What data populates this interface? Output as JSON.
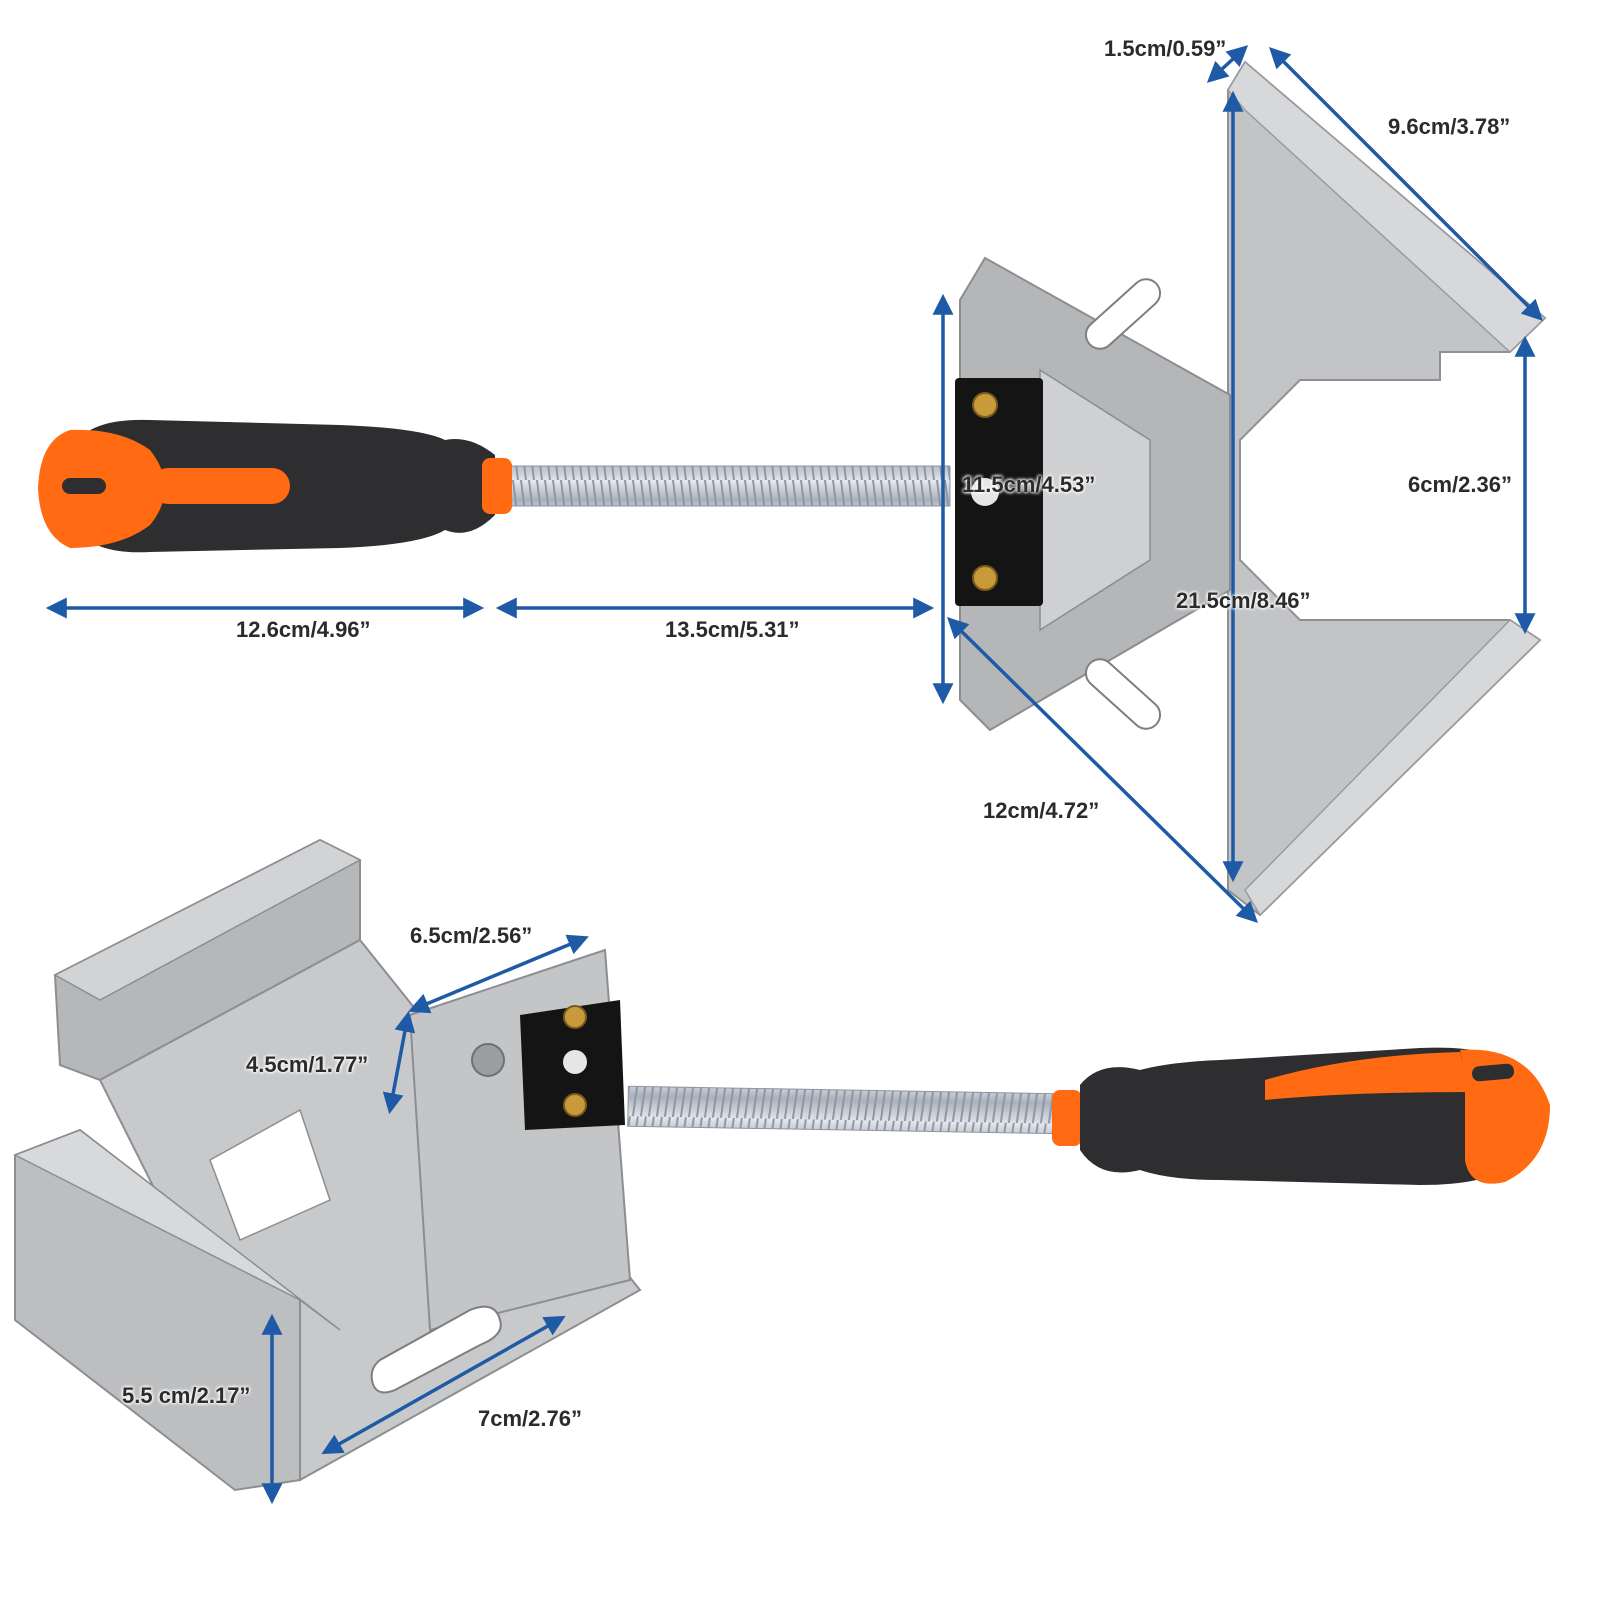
{
  "colors": {
    "arrow": "#1f5aa6",
    "aluminum": "#b9babc",
    "aluminum_dark": "#9a9b9e",
    "aluminum_light": "#d6d7d9",
    "handle_black": "#2e2e30",
    "handle_orange": "#ff6a13",
    "screw": "#c9ced6",
    "jaw_pad": "#111111",
    "brass_screw": "#c89a3a"
  },
  "icons": {
    "arrow": "double-headed-dimension-arrow"
  },
  "dimensions": {
    "handle_length": "12.6cm/4.96”",
    "screw_length": "13.5cm/5.31”",
    "jaw_height": "11.5cm/4.53”",
    "wall_thickness": "1.5cm/0.59”",
    "arm_outer_length": "9.6cm/3.78”",
    "opening_width": "6cm/2.36”",
    "total_height": "21.5cm/8.46”",
    "diagonal_length": "12cm/4.72”",
    "jaw_block_width": "6.5cm/2.56”",
    "jaw_block_height": "4.5cm/1.77”",
    "side_height": "5.5 cm/2.17”",
    "base_depth": "7cm/2.76”"
  }
}
